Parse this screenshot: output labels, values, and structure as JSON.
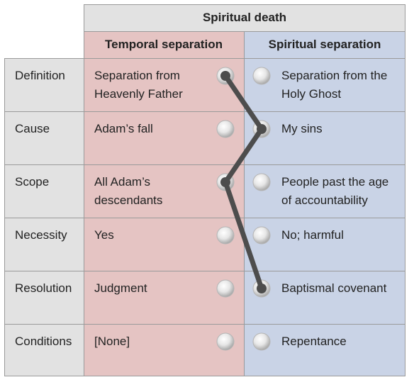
{
  "header": {
    "title": "Spiritual death",
    "left_column": "Temporal separation",
    "right_column": "Spiritual separation"
  },
  "rows": [
    {
      "label": "Definition",
      "temporal": "Separation from Heavenly Father",
      "spiritual": "Separation from the Holy Ghost"
    },
    {
      "label": "Cause",
      "temporal": "Adam’s fall",
      "spiritual": "My sins"
    },
    {
      "label": "Scope",
      "temporal": "All Adam’s descendants",
      "spiritual": "People past the age of accountability"
    },
    {
      "label": "Necessity",
      "temporal": "Yes",
      "spiritual": "No; harmful"
    },
    {
      "label": "Resolution",
      "temporal": "Judgment",
      "spiritual": "Baptismal covenant"
    },
    {
      "label": "Conditions",
      "temporal": "[None]",
      "spiritual": "Repentance"
    }
  ],
  "path": [
    {
      "row": 0,
      "side": "temporal"
    },
    {
      "row": 1,
      "side": "spiritual"
    },
    {
      "row": 2,
      "side": "temporal"
    },
    {
      "row": 4,
      "side": "spiritual"
    }
  ],
  "colors": {
    "temporal_bg": "#e5c4c3",
    "spiritual_bg": "#c9d3e6",
    "header_bg": "#e2e2e2",
    "path_line": "#4d4d4d"
  }
}
